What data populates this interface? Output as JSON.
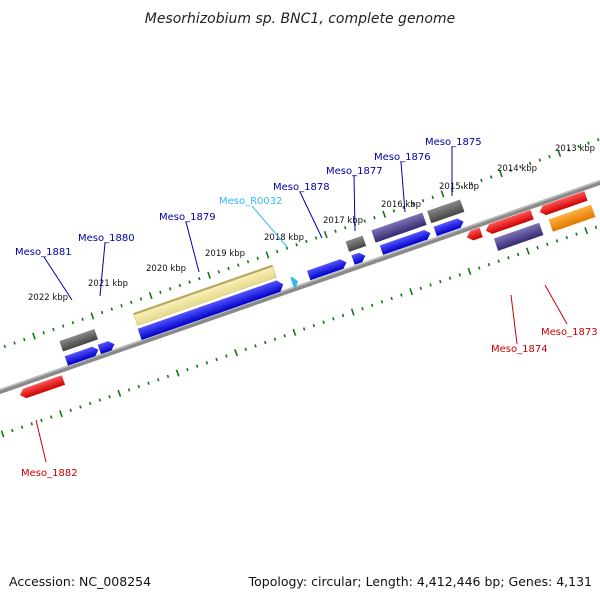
{
  "title": "Mesorhizobium sp. BNC1, complete genome",
  "footer": {
    "accession": "Accession: NC_008254",
    "topology": "Topology: circular; Length: 4,412,446 bp; Genes: 4,131"
  },
  "colors": {
    "forward_cds": "#0000ee",
    "reverse_cds": "#ee0000",
    "rna": "#33bbee",
    "pseudo": "#555555",
    "other": "#4a3f8a",
    "highlight": "#f0e6a0",
    "orange": "#ff8c00",
    "backbone": "#888888",
    "tick": "#117711"
  },
  "kbp_labels": [
    "2022 kbp",
    "2021 kbp",
    "2020 kbp",
    "2019 kbp",
    "2018 kbp",
    "2017 kbp",
    "2016 kbp",
    "2015 kbp",
    "2014 kbp",
    "2013 kbp"
  ],
  "gene_labels": {
    "meso_1881": "Meso_1881",
    "meso_1880": "Meso_1880",
    "meso_1879": "Meso_1879",
    "meso_r0032": "Meso_R0032",
    "meso_1878": "Meso_1878",
    "meso_1877": "Meso_1877",
    "meso_1876": "Meso_1876",
    "meso_1875": "Meso_1875",
    "meso_1874": "Meso_1874",
    "meso_1873": "Meso_1873",
    "meso_1882": "Meso_1882"
  }
}
